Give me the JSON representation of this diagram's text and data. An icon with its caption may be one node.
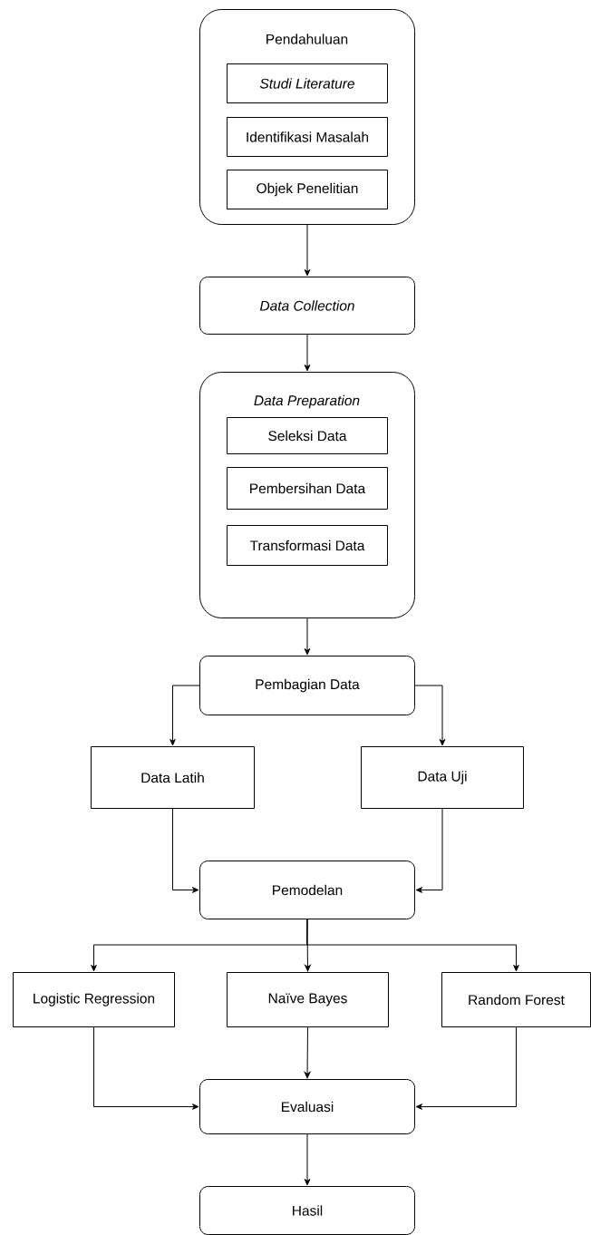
{
  "diagram": {
    "nodes": [
      {
        "text": [
          "Pendahuluan"
        ]
      },
      {
        "text": [
          "Studi Literature"
        ],
        "in": 0
      },
      {
        "text": [
          "Identifikasi Masalah"
        ],
        "in": 0
      },
      {
        "text": [
          "Objek Penelitian"
        ],
        "in": 0
      },
      {
        "text": [
          "Data Collection"
        ]
      },
      {
        "text": [
          "Data Preparation"
        ]
      },
      {
        "text": [
          "Seleksi Data"
        ],
        "in": 5
      },
      {
        "text": [
          "Pembersihan Data"
        ],
        "in": 5
      },
      {
        "text": [
          "Transformasi Data"
        ],
        "in": 5
      },
      {
        "text": [
          "Pembagian Data"
        ]
      },
      {
        "text": [
          "Data Latih"
        ]
      },
      {
        "text": [
          "Data Uji"
        ]
      },
      {
        "text": [
          "Pemodelan"
        ]
      },
      {
        "text": [
          "Logistic Regression"
        ]
      },
      {
        "text": [
          "Naïve Bayes"
        ]
      },
      {
        "text": [
          "Random Forest"
        ]
      },
      {
        "text": [
          "Evaluasi"
        ]
      },
      {
        "text": [
          "Hasil"
        ]
      }
    ],
    "edges": [
      {
        "from": 0,
        "to": 4,
        "arrow": "to"
      },
      {
        "from": 4,
        "to": 5,
        "arrow": "to"
      },
      {
        "from": 5,
        "to": 9,
        "arrow": "to"
      },
      {
        "from": 9,
        "to": 10,
        "arrow": "to"
      },
      {
        "from": 9,
        "to": 11,
        "arrow": "to"
      },
      {
        "from": 10,
        "to": 12,
        "arrow": "to"
      },
      {
        "from": 11,
        "to": 12,
        "arrow": "to"
      },
      {
        "from": 12,
        "to": 13,
        "arrow": "to"
      },
      {
        "from": 12,
        "to": 14,
        "arrow": "to"
      },
      {
        "from": 12,
        "to": 15,
        "arrow": "to"
      },
      {
        "from": 13,
        "to": 16,
        "arrow": "to"
      },
      {
        "from": 14,
        "to": 16,
        "arrow": "to"
      },
      {
        "from": 15,
        "to": 16,
        "arrow": "to"
      },
      {
        "from": 16,
        "to": 17,
        "arrow": "to"
      }
    ]
  }
}
